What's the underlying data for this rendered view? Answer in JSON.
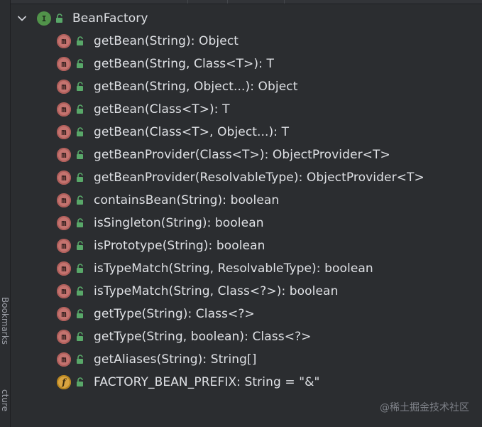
{
  "side_panel": {
    "bookmarks_label": "Bookmarks",
    "structure_label": "cture"
  },
  "tree": {
    "root": {
      "icon": "interface-icon",
      "icon_letter": "I",
      "label": "BeanFactory"
    },
    "members": [
      {
        "kind": "method",
        "label": "getBean(String): Object"
      },
      {
        "kind": "method",
        "label": "getBean(String, Class<T>): T"
      },
      {
        "kind": "method",
        "label": "getBean(String, Object...): Object"
      },
      {
        "kind": "method",
        "label": "getBean(Class<T>): T"
      },
      {
        "kind": "method",
        "label": "getBean(Class<T>, Object...): T"
      },
      {
        "kind": "method",
        "label": "getBeanProvider(Class<T>): ObjectProvider<T>"
      },
      {
        "kind": "method",
        "label": "getBeanProvider(ResolvableType): ObjectProvider<T>"
      },
      {
        "kind": "method",
        "label": "containsBean(String): boolean"
      },
      {
        "kind": "method",
        "label": "isSingleton(String): boolean"
      },
      {
        "kind": "method",
        "label": "isPrototype(String): boolean"
      },
      {
        "kind": "method",
        "label": "isTypeMatch(String, ResolvableType): boolean"
      },
      {
        "kind": "method",
        "label": "isTypeMatch(String, Class<?>): boolean"
      },
      {
        "kind": "method",
        "label": "getType(String): Class<?>"
      },
      {
        "kind": "method",
        "label": "getType(String, boolean): Class<?>"
      },
      {
        "kind": "method",
        "label": "getAliases(String): String[]"
      },
      {
        "kind": "field",
        "label": "FACTORY_BEAN_PREFIX: String = \"&\""
      }
    ],
    "method_icon_letter": "m",
    "field_icon_letter": "f"
  },
  "watermark": "@稀土掘金技术社区",
  "colors": {
    "background": "#2b2d30",
    "text": "#dfe1e5",
    "interface_icon": "#51934a",
    "method_icon": "#c4736f",
    "field_icon": "#d9a441",
    "public_lock": "#59a869"
  }
}
